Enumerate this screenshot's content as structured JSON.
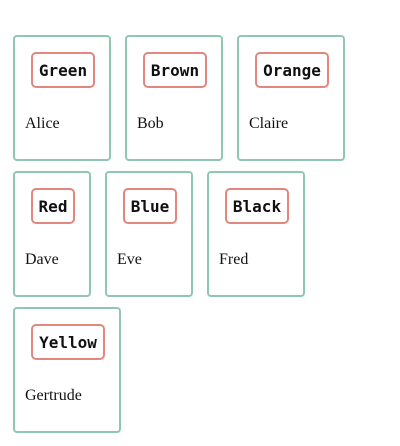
{
  "cards": [
    {
      "color": "Green",
      "name": "Alice"
    },
    {
      "color": "Brown",
      "name": "Bob"
    },
    {
      "color": "Orange",
      "name": "Claire"
    },
    {
      "color": "Red",
      "name": "Dave"
    },
    {
      "color": "Blue",
      "name": "Eve"
    },
    {
      "color": "Black",
      "name": "Fred"
    },
    {
      "color": "Yellow",
      "name": "Gertrude"
    }
  ],
  "colors": {
    "card_border": "#8fc7b0",
    "tag_border": "#e3877e"
  }
}
